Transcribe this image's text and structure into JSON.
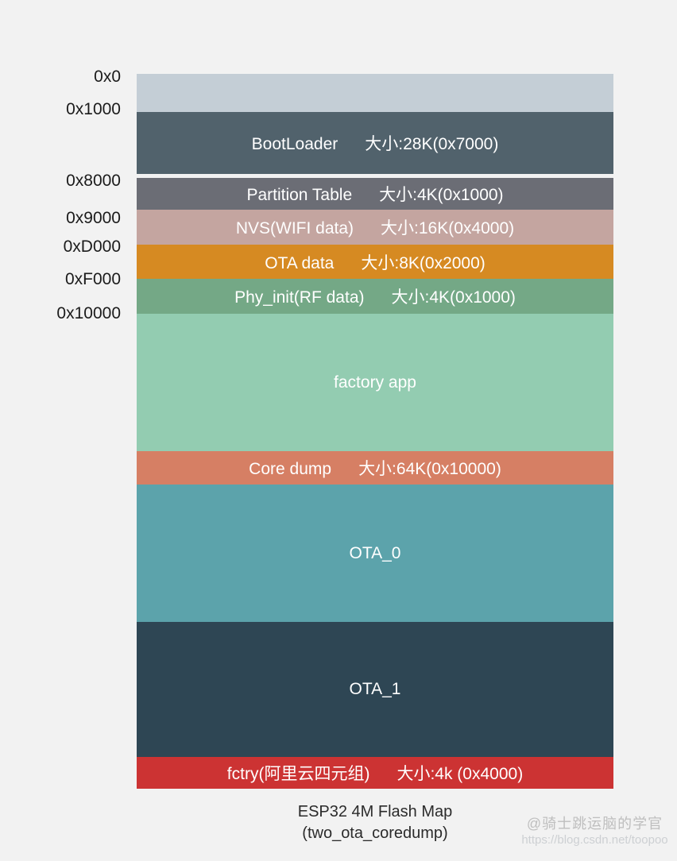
{
  "diagram": {
    "caption_line1": "ESP32 4M Flash Map",
    "caption_line2": "(two_ota_coredump)",
    "address_labels": [
      {
        "text": "0x0"
      },
      {
        "text": "0x1000"
      },
      {
        "text": "0x8000"
      },
      {
        "text": "0x9000"
      },
      {
        "text": "0xD000"
      },
      {
        "text": "0xF000"
      },
      {
        "text": "0x10000"
      }
    ],
    "partitions": [
      {
        "name": "",
        "size": "",
        "color": "#c4ced6"
      },
      {
        "name": "BootLoader",
        "size": "大小:28K(0x7000)",
        "color": "#51626c"
      },
      {
        "name": "Partition Table",
        "size": "大小:4K(0x1000)",
        "color": "#6b6d75"
      },
      {
        "name": "NVS(WIFI data)",
        "size": "大小:16K(0x4000)",
        "color": "#c4a5a0"
      },
      {
        "name": "OTA data",
        "size": "大小:8K(0x2000)",
        "color": "#d68a22"
      },
      {
        "name": "Phy_init(RF data)",
        "size": "大小:4K(0x1000)",
        "color": "#74a886"
      },
      {
        "name": "factory app",
        "size": "",
        "color": "#93ccb1"
      },
      {
        "name": "Core dump",
        "size": "大小:64K(0x10000)",
        "color": "#d67f64"
      },
      {
        "name": "OTA_0",
        "size": "",
        "color": "#5ca3ab"
      },
      {
        "name": "OTA_1",
        "size": "",
        "color": "#2e4654"
      },
      {
        "name": "fctry(阿里云四元组)",
        "size": "大小:4k (0x4000)",
        "color": "#cc3333"
      }
    ]
  },
  "watermark": {
    "name": "@骑士跳运脑的学官",
    "url": "https://blog.csdn.net/toopoo"
  }
}
